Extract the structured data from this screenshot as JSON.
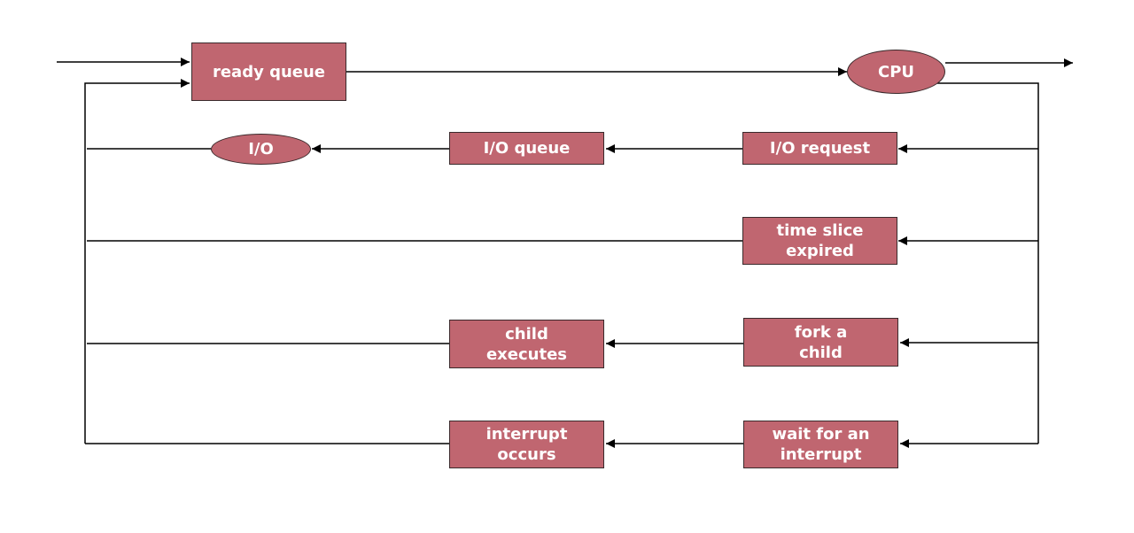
{
  "diagram": {
    "nodes": {
      "ready_queue": "ready queue",
      "cpu": "CPU",
      "io_device": "I/O",
      "io_queue": "I/O queue",
      "io_request": "I/O request",
      "time_slice": "time slice\nexpired",
      "child_executes": "child\nexecutes",
      "fork_child": "fork a\nchild",
      "interrupt_occurs": "interrupt\noccurs",
      "wait_interrupt": "wait for an\ninterrupt"
    },
    "colors": {
      "node_fill": "#c06670",
      "node_border": "#3a2a2c",
      "line": "#000000"
    }
  }
}
